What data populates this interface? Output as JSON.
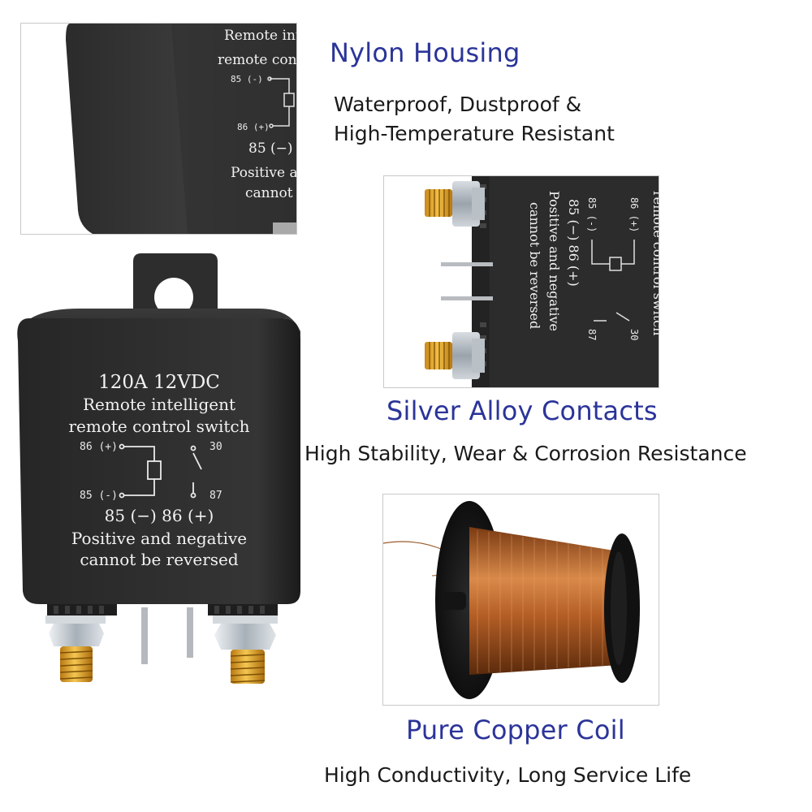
{
  "features": [
    {
      "title": "Nylon Housing",
      "desc_lines": [
        "Waterproof, Dustproof &",
        "High-Temperature Resistant"
      ]
    },
    {
      "title": "Silver Alloy Contacts",
      "desc_lines": [
        "High Stability, Wear & Corrosion Resistance"
      ]
    },
    {
      "title": "Pure Copper Coil",
      "desc_lines": [
        "High Conductivity, Long Service Life"
      ]
    }
  ],
  "relay": {
    "rating": "120A  12VDC",
    "line1": "Remote intelligent",
    "line2": "remote control switch",
    "pin86": "86 (+)",
    "pin85": "85 (-)",
    "pin30": "30",
    "pin87": "87",
    "polarity": "85 (−)   86 (+)",
    "warn1": "Positive and negative",
    "warn2": "cannot be reversed"
  },
  "closeup_housing": {
    "line1": "Remote intell",
    "line2": "remote control",
    "pin85": "85 (-)",
    "pin86": "86 (+)",
    "pol": "85 (−)",
    "warn1": "Positive ar",
    "warn2": "cannot be"
  },
  "closeup_contacts": {
    "line1": "remote control switch",
    "pin86": "86 (+)",
    "pin85": "85 (-)",
    "pin30": "30",
    "pin87": "87",
    "pol": "85 (−)   86 (+)",
    "warn1": "Positive and negative",
    "warn2": "cannot be reversed"
  }
}
